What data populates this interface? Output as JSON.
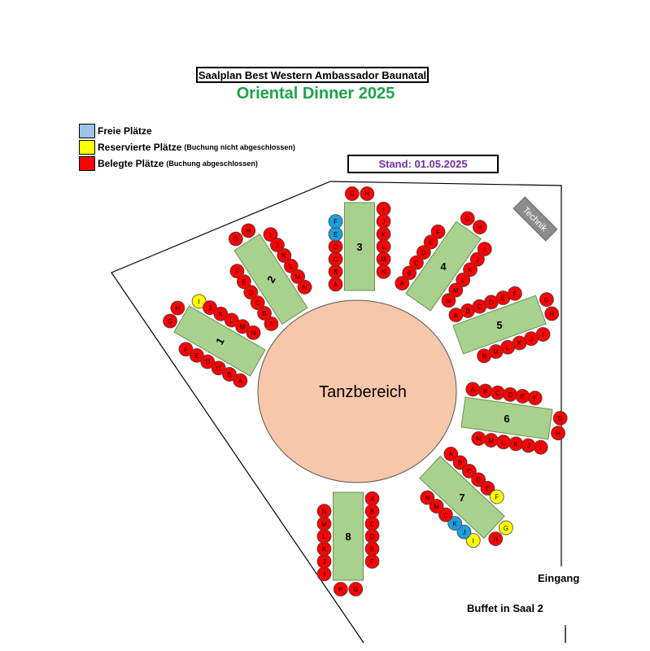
{
  "header": {
    "title": "Saalplan Best Western Ambassador Baunatal",
    "subtitle": "Oriental Dinner 2025"
  },
  "legend": [
    {
      "label": "Freie Plätze",
      "note": "",
      "color": "#9dc3e6"
    },
    {
      "label": "Reservierte Plätze",
      "note": "(Buchung nicht abgeschlossen)",
      "color": "#ffff00"
    },
    {
      "label": "Belegte Plätze",
      "note": "(Buchung abgeschlossen)",
      "color": "#ff0000"
    }
  ],
  "stand": "Stand: 01.05.2025",
  "dance_floor": "Tanzbereich",
  "technik": "Technik",
  "entrance": "Eingang",
  "buffet": "Buffet in Saal 2",
  "colors": {
    "occupied": "#ff0000",
    "free": "#1e9fdc",
    "reserved": "#ffff00",
    "table": "#a9d18e",
    "dance_floor": "#f7c7a9"
  },
  "tables": [
    {
      "number": "1",
      "seats": [
        {
          "label": "A",
          "status": "occupied"
        },
        {
          "label": "B",
          "status": "occupied"
        },
        {
          "label": "C",
          "status": "occupied"
        },
        {
          "label": "D",
          "status": "occupied"
        },
        {
          "label": "E",
          "status": "occupied"
        },
        {
          "label": "F",
          "status": "occupied"
        },
        {
          "label": "G",
          "status": "occupied"
        },
        {
          "label": "H",
          "status": "occupied"
        },
        {
          "label": "I",
          "status": "reserved"
        },
        {
          "label": "J",
          "status": "occupied"
        },
        {
          "label": "K",
          "status": "occupied"
        },
        {
          "label": "L",
          "status": "occupied"
        },
        {
          "label": "M",
          "status": "occupied"
        },
        {
          "label": "N",
          "status": "occupied"
        }
      ]
    },
    {
      "number": "2",
      "seats": [
        {
          "label": "A",
          "status": "occupied"
        },
        {
          "label": "B",
          "status": "occupied"
        },
        {
          "label": "C",
          "status": "occupied"
        },
        {
          "label": "D",
          "status": "occupied"
        },
        {
          "label": "E",
          "status": "occupied"
        },
        {
          "label": "F",
          "status": "occupied"
        },
        {
          "label": "G",
          "status": "occupied"
        },
        {
          "label": "H",
          "status": "occupied"
        },
        {
          "label": "I",
          "status": "occupied"
        },
        {
          "label": "J",
          "status": "occupied"
        },
        {
          "label": "K",
          "status": "occupied"
        },
        {
          "label": "L",
          "status": "occupied"
        },
        {
          "label": "M",
          "status": "occupied"
        },
        {
          "label": "N",
          "status": "occupied"
        }
      ]
    },
    {
      "number": "3",
      "seats": [
        {
          "label": "A",
          "status": "occupied"
        },
        {
          "label": "B",
          "status": "occupied"
        },
        {
          "label": "C",
          "status": "occupied"
        },
        {
          "label": "D",
          "status": "occupied"
        },
        {
          "label": "E",
          "status": "free"
        },
        {
          "label": "F",
          "status": "free"
        },
        {
          "label": "G",
          "status": "occupied"
        },
        {
          "label": "H",
          "status": "occupied"
        },
        {
          "label": "I",
          "status": "occupied"
        },
        {
          "label": "J",
          "status": "occupied"
        },
        {
          "label": "K",
          "status": "occupied"
        },
        {
          "label": "L",
          "status": "occupied"
        },
        {
          "label": "M",
          "status": "occupied"
        },
        {
          "label": "N",
          "status": "occupied"
        }
      ]
    },
    {
      "number": "4",
      "seats": [
        {
          "label": "A",
          "status": "occupied"
        },
        {
          "label": "B",
          "status": "occupied"
        },
        {
          "label": "C",
          "status": "occupied"
        },
        {
          "label": "D",
          "status": "occupied"
        },
        {
          "label": "E",
          "status": "occupied"
        },
        {
          "label": "F",
          "status": "occupied"
        },
        {
          "label": "G",
          "status": "occupied"
        },
        {
          "label": "H",
          "status": "occupied"
        },
        {
          "label": "I",
          "status": "occupied"
        },
        {
          "label": "J",
          "status": "occupied"
        },
        {
          "label": "K",
          "status": "occupied"
        },
        {
          "label": "L",
          "status": "occupied"
        },
        {
          "label": "M",
          "status": "occupied"
        },
        {
          "label": "N",
          "status": "occupied"
        }
      ]
    },
    {
      "number": "5",
      "seats": [
        {
          "label": "A",
          "status": "occupied"
        },
        {
          "label": "B",
          "status": "occupied"
        },
        {
          "label": "C",
          "status": "occupied"
        },
        {
          "label": "D",
          "status": "occupied"
        },
        {
          "label": "E",
          "status": "occupied"
        },
        {
          "label": "F",
          "status": "occupied"
        },
        {
          "label": "G",
          "status": "occupied"
        },
        {
          "label": "H",
          "status": "occupied"
        },
        {
          "label": "I",
          "status": "occupied"
        },
        {
          "label": "J",
          "status": "occupied"
        },
        {
          "label": "K",
          "status": "occupied"
        },
        {
          "label": "L",
          "status": "occupied"
        },
        {
          "label": "M",
          "status": "occupied"
        },
        {
          "label": "N",
          "status": "occupied"
        }
      ]
    },
    {
      "number": "6",
      "seats": [
        {
          "label": "A",
          "status": "occupied"
        },
        {
          "label": "B",
          "status": "occupied"
        },
        {
          "label": "C",
          "status": "occupied"
        },
        {
          "label": "D",
          "status": "occupied"
        },
        {
          "label": "E",
          "status": "occupied"
        },
        {
          "label": "F",
          "status": "occupied"
        },
        {
          "label": "G",
          "status": "occupied"
        },
        {
          "label": "H",
          "status": "occupied"
        },
        {
          "label": "I",
          "status": "occupied"
        },
        {
          "label": "J",
          "status": "occupied"
        },
        {
          "label": "K",
          "status": "occupied"
        },
        {
          "label": "L",
          "status": "occupied"
        },
        {
          "label": "M",
          "status": "occupied"
        },
        {
          "label": "N",
          "status": "occupied"
        }
      ]
    },
    {
      "number": "7",
      "seats": [
        {
          "label": "A",
          "status": "occupied"
        },
        {
          "label": "B",
          "status": "occupied"
        },
        {
          "label": "C",
          "status": "occupied"
        },
        {
          "label": "D",
          "status": "occupied"
        },
        {
          "label": "E",
          "status": "occupied"
        },
        {
          "label": "F",
          "status": "reserved"
        },
        {
          "label": "G",
          "status": "reserved"
        },
        {
          "label": "H",
          "status": "occupied"
        },
        {
          "label": "I",
          "status": "reserved"
        },
        {
          "label": "J",
          "status": "free"
        },
        {
          "label": "K",
          "status": "free"
        },
        {
          "label": "L",
          "status": "occupied"
        },
        {
          "label": "M",
          "status": "occupied"
        },
        {
          "label": "N",
          "status": "occupied"
        }
      ]
    },
    {
      "number": "8",
      "seats": [
        {
          "label": "A",
          "status": "occupied"
        },
        {
          "label": "B",
          "status": "occupied"
        },
        {
          "label": "C",
          "status": "occupied"
        },
        {
          "label": "D",
          "status": "occupied"
        },
        {
          "label": "E",
          "status": "occupied"
        },
        {
          "label": "F",
          "status": "occupied"
        },
        {
          "label": "G",
          "status": "occupied"
        },
        {
          "label": "H",
          "status": "occupied"
        },
        {
          "label": "I",
          "status": "occupied"
        },
        {
          "label": "J",
          "status": "occupied"
        },
        {
          "label": "K",
          "status": "occupied"
        },
        {
          "label": "L",
          "status": "occupied"
        },
        {
          "label": "M",
          "status": "occupied"
        },
        {
          "label": "N",
          "status": "occupied"
        }
      ]
    }
  ]
}
